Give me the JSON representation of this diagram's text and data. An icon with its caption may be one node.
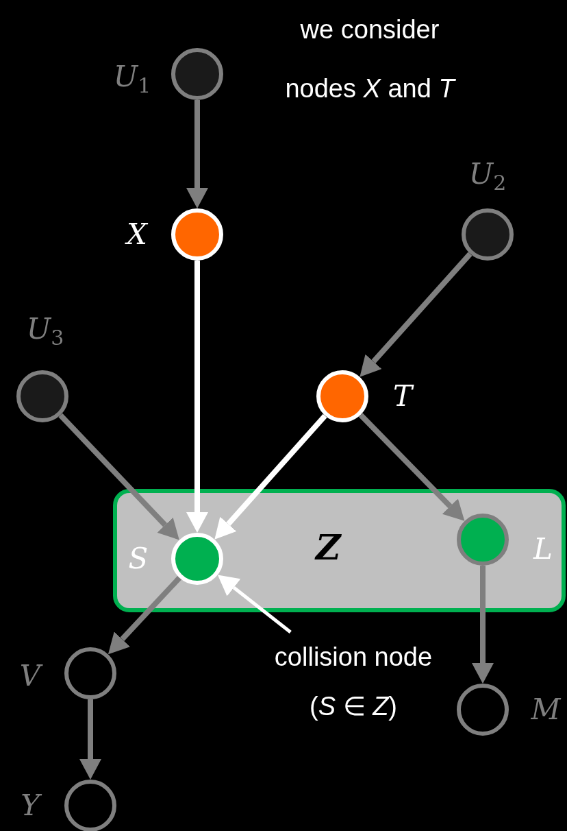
{
  "diagram": {
    "nodes": [
      {
        "text": [],
        "shape": "circle",
        "beside": [
          "*U*$_{1}$"
        ]
      },
      {
        "text": [],
        "shape": "circle",
        "beside": [
          "*X*"
        ]
      },
      {
        "text": [],
        "shape": "circle",
        "beside": [
          "*U*$_{2}$"
        ]
      },
      {
        "text": [],
        "shape": "circle",
        "beside": [
          "*U*$_{3}$"
        ]
      },
      {
        "text": [],
        "shape": "circle",
        "beside": [
          "*T*"
        ]
      },
      {
        "text": [
          "Z"
        ]
      },
      {
        "text": [],
        "shape": "circle",
        "beside": [
          "*S*"
        ],
        "in": 5
      },
      {
        "text": [],
        "shape": "circle",
        "beside": [
          "*L*"
        ],
        "in": 5
      },
      {
        "text": [],
        "shape": "circle",
        "beside": [
          "*V*"
        ]
      },
      {
        "text": [],
        "shape": "circle",
        "beside": [
          "*M*"
        ]
      },
      {
        "text": [],
        "shape": "circle",
        "beside": [
          "*Y*"
        ]
      },
      {
        "text": [
          "collision node (*S* ∈ *Z*)"
        ]
      }
    ],
    "edges": [
      {
        "from": 0,
        "to": 1,
        "arrow": "to"
      },
      {
        "from": 1,
        "to": 6,
        "arrow": "to",
        "color": "#ffffff"
      },
      {
        "from": 2,
        "to": 4,
        "arrow": "to"
      },
      {
        "from": 3,
        "to": 6,
        "arrow": "to"
      },
      {
        "from": 4,
        "to": 6,
        "arrow": "to",
        "color": "#ffffff"
      },
      {
        "from": 4,
        "to": 7,
        "arrow": "to"
      },
      {
        "from": 6,
        "to": 8,
        "arrow": "to"
      },
      {
        "from": 7,
        "to": 9,
        "arrow": "to"
      },
      {
        "from": 8,
        "to": 10,
        "arrow": "to"
      },
      {
        "from": 11,
        "to": 6,
        "arrow": "to",
        "color": "#ffffff"
      }
    ],
    "labels": [
      "we consider nodes *X* and *T*"
    ]
  }
}
